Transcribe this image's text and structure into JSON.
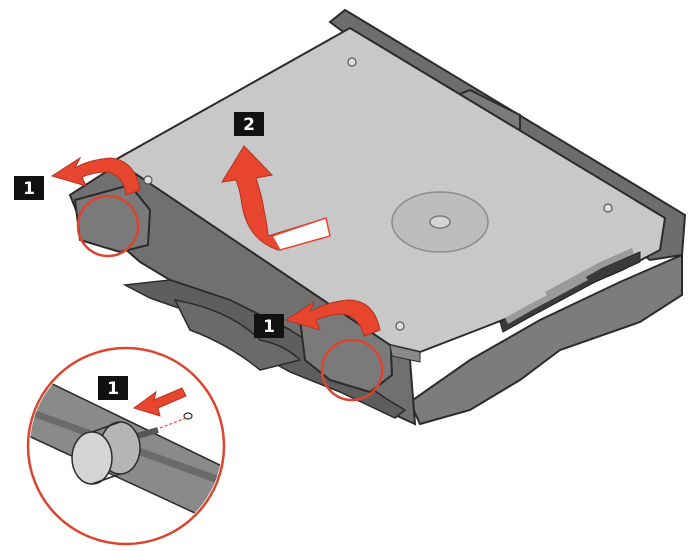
{
  "figure": {
    "steps": [
      {
        "id": "step-1-left",
        "label": "1"
      },
      {
        "id": "step-2",
        "label": "2"
      },
      {
        "id": "step-1-right",
        "label": "1"
      },
      {
        "id": "step-1-inset",
        "label": "1"
      }
    ]
  },
  "colors": {
    "accent": "#e8452f",
    "callout_circle": "#d9452f",
    "badge_fill": "#111111",
    "tray_dark": "#747474",
    "drive_top": "#c9c9c9"
  },
  "icons": [
    "rotate-arrow-icon",
    "lift-arrow-icon",
    "pull-arrow-icon"
  ]
}
